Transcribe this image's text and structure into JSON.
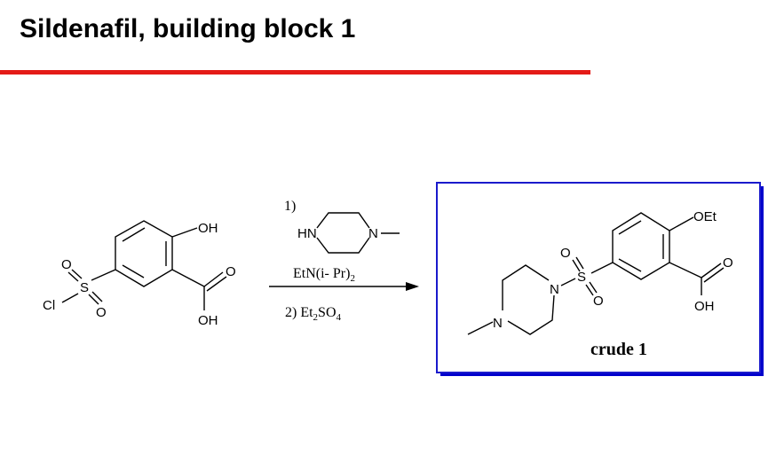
{
  "slide": {
    "title": "Sildenafil, building block 1",
    "accent_color": "#e41b17",
    "box_color": "#1a1acc",
    "box_shadow_color": "#0000cc"
  },
  "starting_material": {
    "atoms": {
      "cl": "Cl",
      "s": "S",
      "o1": "O",
      "o2": "O",
      "oh_top": "OH",
      "o_carbonyl": "O",
      "oh_bottom": "OH"
    }
  },
  "reagents": {
    "step1_label": "1)",
    "amine_hn": "HN",
    "amine_n": "N",
    "base": "EtN(i- Pr)",
    "base_sub": "2",
    "step2_label": "2) Et",
    "step2_sub1": "2",
    "step2_mid": "SO",
    "step2_sub2": "4"
  },
  "product": {
    "atoms": {
      "n_methyl": "N",
      "n_sulfonyl": "N",
      "s": "S",
      "o1": "O",
      "o2": "O",
      "oet": "OEt",
      "o_carbonyl": "O",
      "oh": "OH"
    },
    "label": "crude 1"
  }
}
